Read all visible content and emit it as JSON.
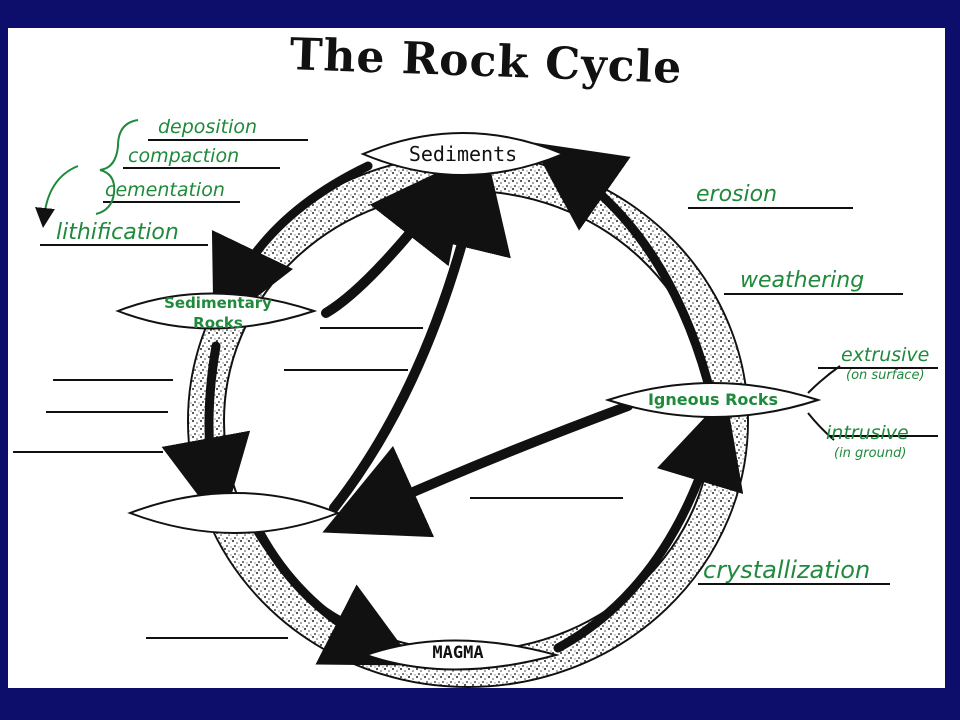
{
  "title": "The Rock Cycle",
  "nodes": {
    "sediments": "Sediments",
    "sedimentary_rocks_line1": "Sedimentary",
    "sedimentary_rocks_line2": "Rocks",
    "igneous_rocks": "Igneous Rocks",
    "magma": "MAGMA",
    "blank_node": ""
  },
  "labels": {
    "deposition": "deposition",
    "compaction": "compaction",
    "cementation": "cementation",
    "lithification": "lithification",
    "erosion": "erosion",
    "weathering": "weathering",
    "extrusive": "extrusive",
    "extrusive_note": "(on surface)",
    "intrusive": "intrusive",
    "intrusive_note": "(in ground)",
    "crystallization": "crystallization"
  },
  "colors": {
    "background": "#0d0d6b",
    "paper": "#ffffff",
    "handwriting": "#1f8a3c",
    "ink": "#111111"
  }
}
